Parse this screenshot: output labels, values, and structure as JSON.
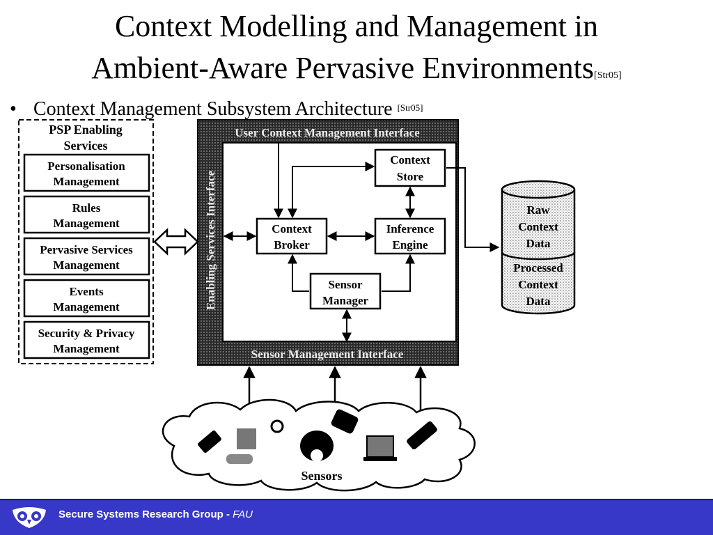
{
  "slide": {
    "title_line1": "Context Modelling and Management in",
    "title_line2": "Ambient-Aware Pervasive Environments",
    "title_ref": "[Str05]",
    "bullet_marker": "•",
    "bullet_text": "Context Management Subsystem Architecture",
    "bullet_ref": "[Str05]"
  },
  "diagram": {
    "psp": {
      "heading_line1": "PSP Enabling",
      "heading_line2": "Services",
      "items": [
        {
          "line1": "Personalisation",
          "line2": "Management"
        },
        {
          "line1": "Rules",
          "line2": "Management"
        },
        {
          "line1": "Pervasive Services",
          "line2": "Management"
        },
        {
          "line1": "Events",
          "line2": "Management"
        },
        {
          "line1": "Security & Privacy",
          "line2": "Management"
        }
      ]
    },
    "interfaces": {
      "user_context": "User Context Management Interface",
      "enabling_services": "Enabling Services Interface",
      "sensor_management": "Sensor Management Interface"
    },
    "components": {
      "context_store": {
        "line1": "Context",
        "line2": "Store"
      },
      "context_broker": {
        "line1": "Context",
        "line2": "Broker"
      },
      "inference_engine": {
        "line1": "Inference",
        "line2": "Engine"
      },
      "sensor_manager": {
        "line1": "Sensor",
        "line2": "Manager"
      }
    },
    "database": {
      "raw": [
        "Raw",
        "Context",
        "Data"
      ],
      "processed": [
        "Processed",
        "Context",
        "Data"
      ]
    },
    "sensors_label": "Sensors"
  },
  "footer": {
    "group": "Secure Systems Research Group - ",
    "institution": "FAU",
    "logo_icon": "owl-logo-icon",
    "bg_color": "#3737c8"
  }
}
